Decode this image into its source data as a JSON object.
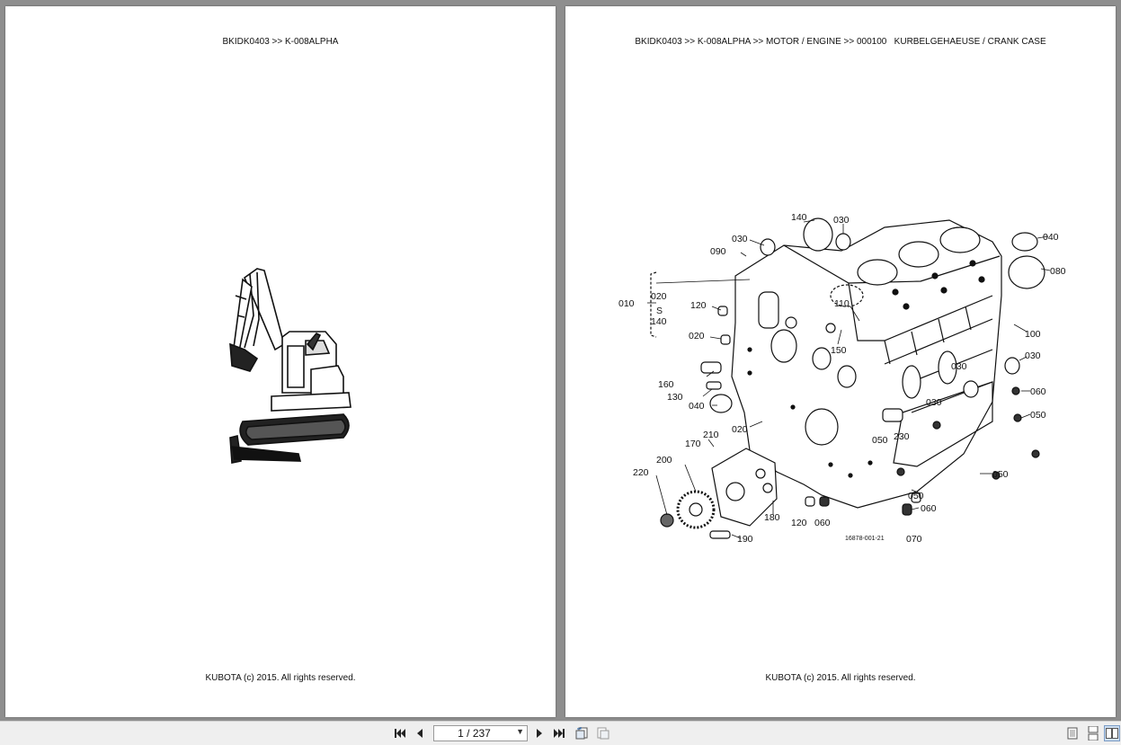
{
  "left_page": {
    "header": "BKIDK0403 >> K-008ALPHA",
    "footer": "KUBOTA (c) 2015. All rights reserved."
  },
  "right_page": {
    "header": "BKIDK0403 >> K-008ALPHA >> MOTOR / ENGINE >> 000100   KURBELGEHAEUSE / CRANK CASE",
    "footer": "KUBOTA (c) 2015. All rights reserved.",
    "diagram_code": "16878-001-21",
    "part_labels": {
      "p140a": "140",
      "p030a": "030",
      "p030b": "030",
      "p090": "090",
      "p020": "020",
      "p010": "010",
      "p140b": "140",
      "p120a": "120",
      "p110": "110",
      "p150": "150",
      "p020b": "020",
      "p160": "160",
      "p130": "130",
      "p040a": "040",
      "p020c": "020",
      "p210": "210",
      "p170": "170",
      "p200": "200",
      "p220": "220",
      "p180": "180",
      "p120b": "120",
      "p060a": "060",
      "p190": "190",
      "p040b": "040",
      "p080": "080",
      "p100": "100",
      "p030c": "030",
      "p030d": "030",
      "p030e": "030",
      "p060b": "060",
      "p050a": "050",
      "p050b": "050",
      "p230": "230",
      "p050c": "050",
      "p050d": "050",
      "p060c": "060",
      "p070": "070",
      "tilde": "S"
    }
  },
  "toolbar": {
    "page_indicator": "1 / 237",
    "icons": [
      "first-page-icon",
      "prev-page-icon",
      "next-page-icon",
      "last-page-icon",
      "back-view-icon",
      "forward-view-icon",
      "single-page-icon",
      "continuous-page-icon",
      "two-page-icon"
    ]
  },
  "colors": {
    "background": "#8e8e8e",
    "toolbar": "#efefef",
    "page": "#ffffff"
  }
}
